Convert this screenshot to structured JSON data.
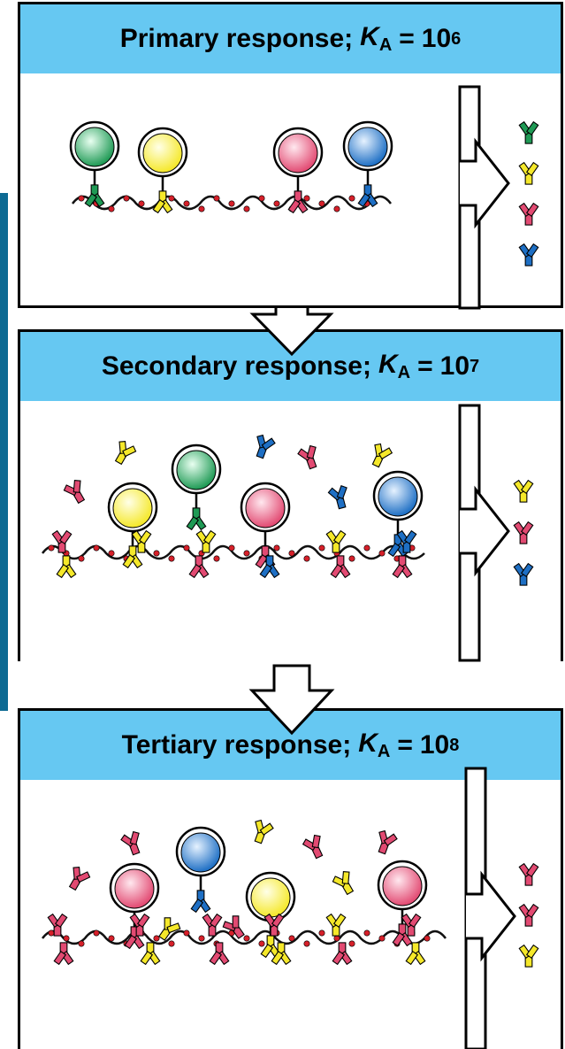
{
  "panels": [
    {
      "title_prefix": "Primary response;",
      "k_symbol": "K",
      "k_sub": "A",
      "equals": "=",
      "base": "10",
      "exponent": "6",
      "secreted": [
        "green",
        "yellow",
        "pink",
        "blue"
      ]
    },
    {
      "title_prefix": "Secondary response;",
      "k_symbol": "K",
      "k_sub": "A",
      "equals": "=",
      "base": "10",
      "exponent": "7",
      "secreted": [
        "yellow",
        "pink",
        "blue"
      ]
    },
    {
      "title_prefix": "Tertiary response;",
      "k_symbol": "K",
      "k_sub": "A",
      "equals": "=",
      "base": "10",
      "exponent": "8",
      "secreted": [
        "pink",
        "pink",
        "yellow"
      ]
    }
  ],
  "colors": {
    "header": "#66c8f2",
    "green": "#1f9a55",
    "yellow": "#f5e82a",
    "pink": "#e24a72",
    "blue": "#1e6fc4",
    "epitope": "#d6202a",
    "sidebar": "#0d6a93"
  }
}
